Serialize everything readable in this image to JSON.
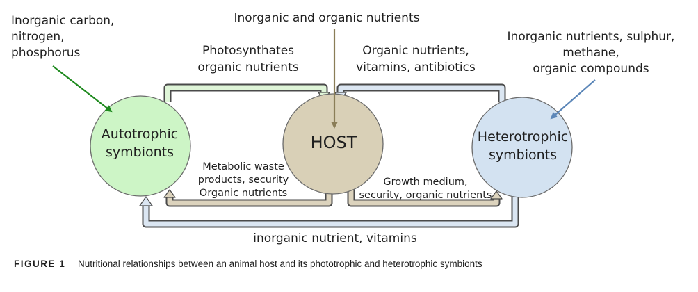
{
  "nodes": {
    "autotrophic": {
      "line1": "Autotrophic",
      "line2": "symbionts"
    },
    "host": {
      "label": "HOST"
    },
    "heterotrophic": {
      "line1": "Heterotrophic",
      "line2": "symbionts"
    }
  },
  "labels": {
    "inputs_left": [
      "Inorganic carbon,",
      "nitrogen,",
      "phosphorus"
    ],
    "inputs_center": "Inorganic and organic nutrients",
    "inputs_right": [
      "Inorganic nutrients, sulphur,",
      "methane,",
      "organic compounds"
    ],
    "auto_to_host": [
      "Photosynthates",
      "organic nutrients"
    ],
    "hetero_to_host": [
      "Organic nutrients,",
      "vitamins, antibiotics"
    ],
    "host_to_auto": [
      "Metabolic waste",
      "products, security",
      "Organic nutrients"
    ],
    "host_to_hetero": [
      "Growth medium,",
      "security, organic nutrients"
    ],
    "hetero_to_auto": "inorganic nutrient, vitamins"
  },
  "caption": {
    "tag": "FIGURE 1",
    "text": "Nutritional relationships between an animal host and its phototrophic and heterotrophic symbionts"
  },
  "colors": {
    "autotrophic_fill": "#cdf5c6",
    "host_fill": "#d9d0b7",
    "heterotrophic_fill": "#d3e2f1",
    "green_arrow": "#1f8a1f",
    "olive_arrow": "#8a7d57",
    "blue_arrow": "#5b86b8"
  }
}
